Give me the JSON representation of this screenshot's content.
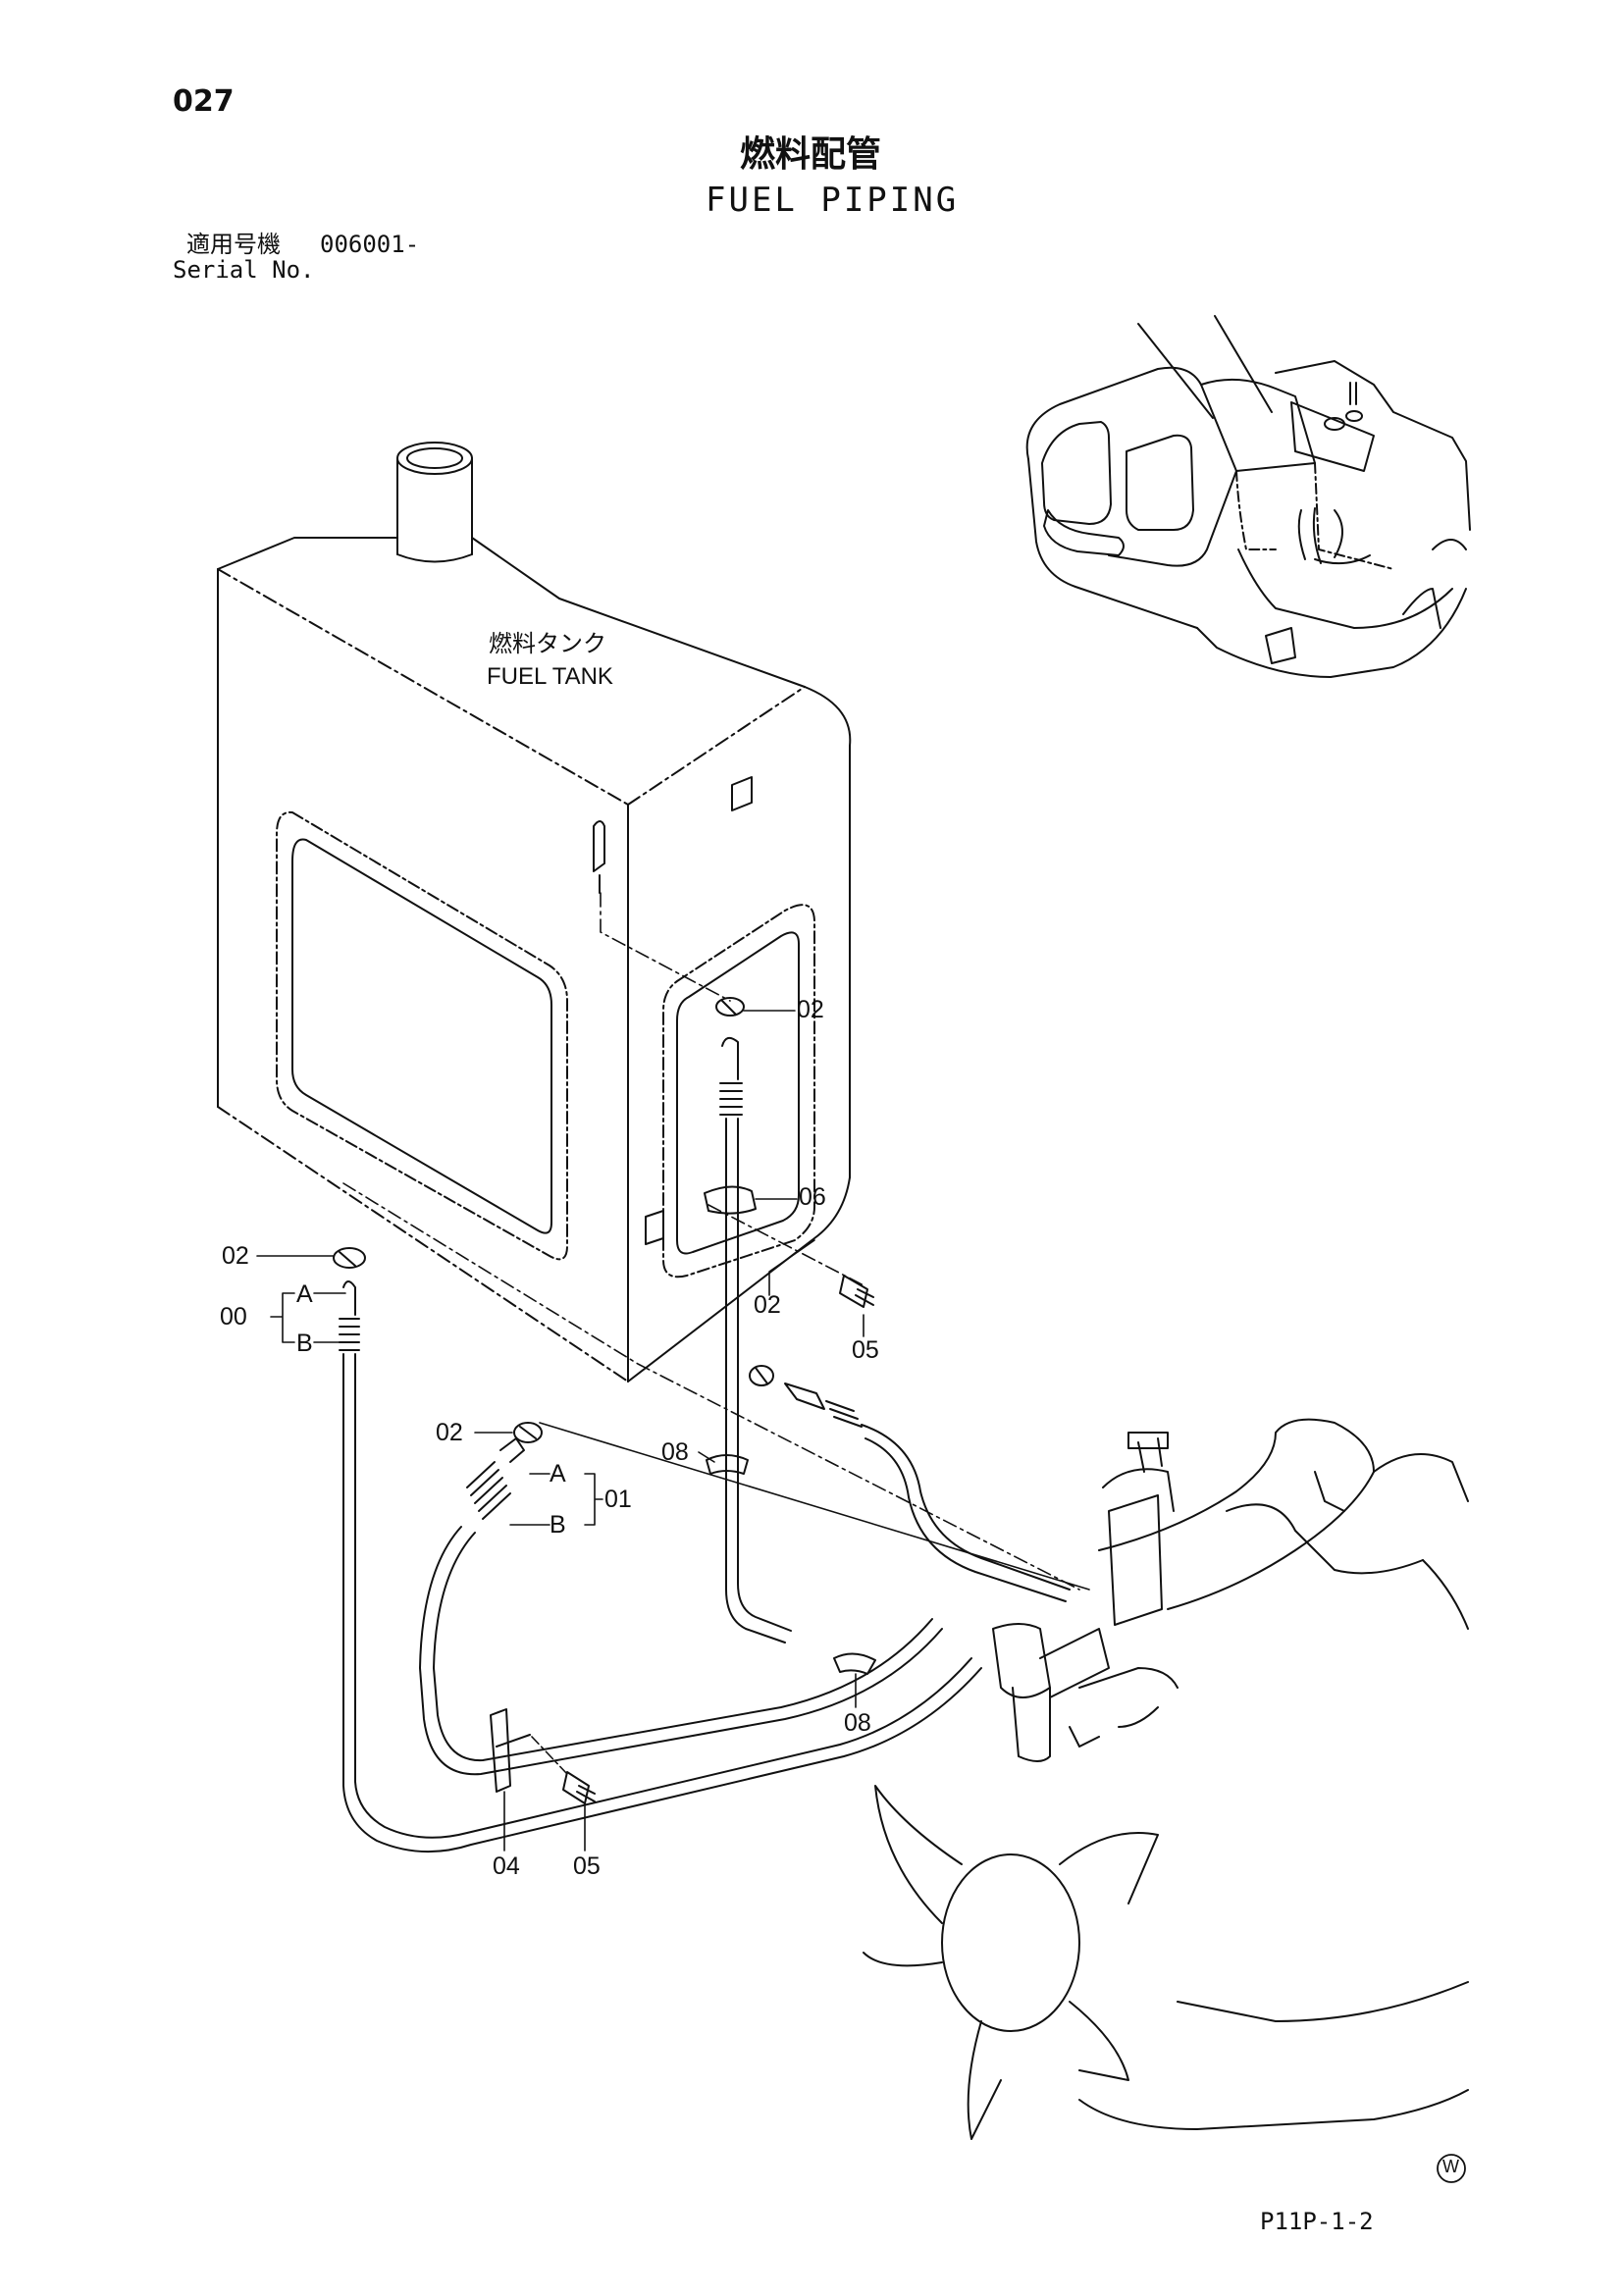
{
  "page_number": "027",
  "title": {
    "japanese": "燃料配管",
    "english": "FUEL PIPING"
  },
  "serial": {
    "label_jp": "適用号機",
    "value": "006001-",
    "label_en": "Serial No."
  },
  "tank_label": {
    "japanese": "燃料タンク",
    "english": "FUEL TANK"
  },
  "callouts": {
    "c02_clamp_top": "02",
    "c06_clamp": "06",
    "c02_left": "02",
    "c00": "00",
    "c00_a": "A",
    "c00_b": "B",
    "c02_mid": "02",
    "c05_right": "05",
    "c02_lower": "02",
    "c08_upper": "08",
    "c01": "01",
    "c01_a": "A",
    "c01_b": "B",
    "c08_lower": "08",
    "c04": "04",
    "c05_bottom": "05"
  },
  "drawing_code": "P11P-1-2",
  "corner_mark": "W"
}
